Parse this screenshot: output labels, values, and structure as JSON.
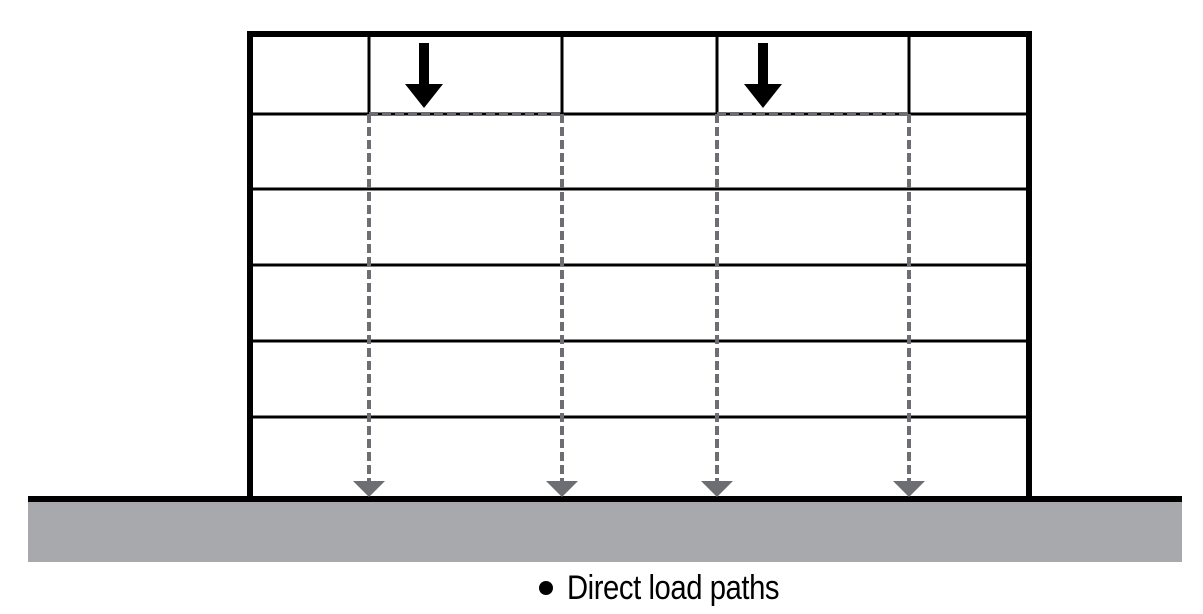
{
  "caption": {
    "text": "Direct load paths"
  },
  "colors": {
    "frame": "#000000",
    "load_path": "#6d6e71",
    "ground": "#a7a9ac",
    "ground_line": "#000000",
    "background": "#ffffff"
  },
  "structure": {
    "stories": 6,
    "bays": 5,
    "applied_loads": 2,
    "load_path_columns": 4
  }
}
